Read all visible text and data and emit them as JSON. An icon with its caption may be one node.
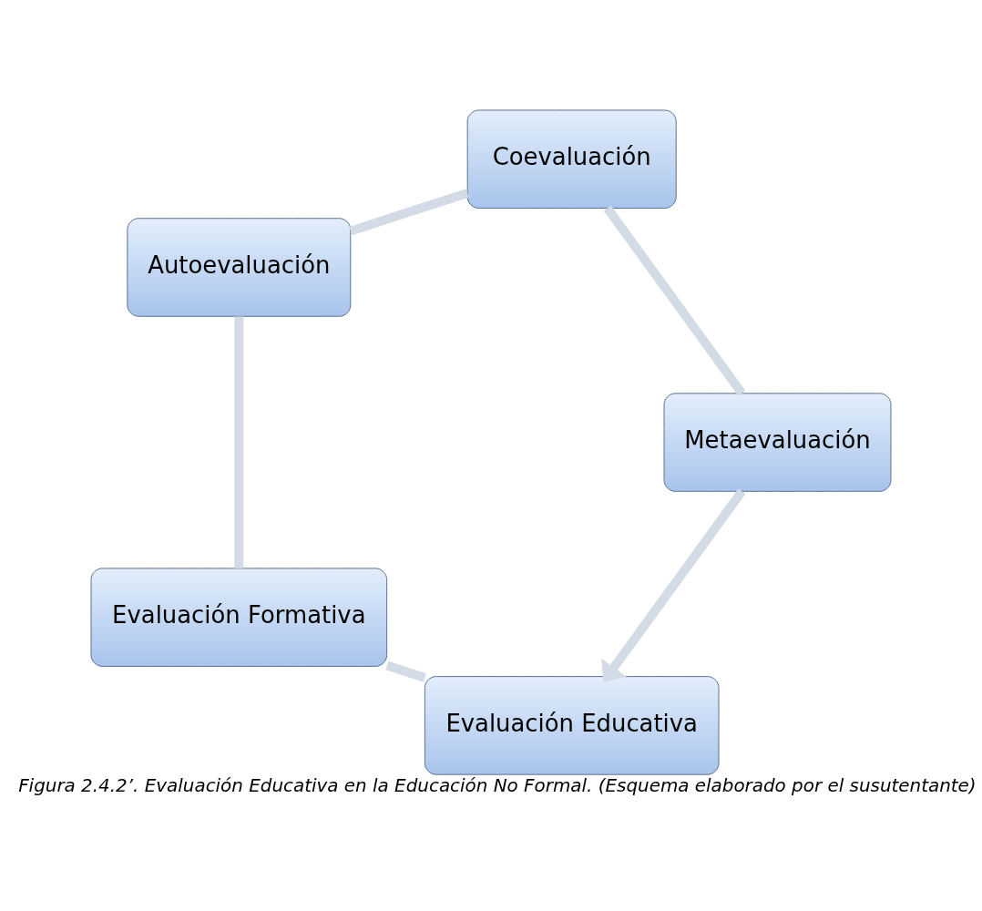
{
  "diagram": {
    "caption": "Figura 2.4.2’. Evaluación Educativa en la Educación No Formal. (Esquema elaborado por el susutentante)",
    "nodes": [
      {
        "text": [
          "Evaluación Educativa"
        ]
      },
      {
        "text": [
          "Evaluación Formativa"
        ]
      },
      {
        "text": [
          "Autoevaluación"
        ]
      },
      {
        "text": [
          "Coevaluación"
        ]
      },
      {
        "text": [
          "Metaevaluación"
        ]
      }
    ],
    "edges": [
      {
        "from": 0,
        "to": 1,
        "arrow": "none"
      },
      {
        "from": 1,
        "to": 2,
        "arrow": "none"
      },
      {
        "from": 2,
        "to": 3,
        "arrow": "none"
      },
      {
        "from": 3,
        "to": 4,
        "arrow": "none"
      },
      {
        "from": 4,
        "to": 0,
        "arrow": "to"
      }
    ]
  }
}
